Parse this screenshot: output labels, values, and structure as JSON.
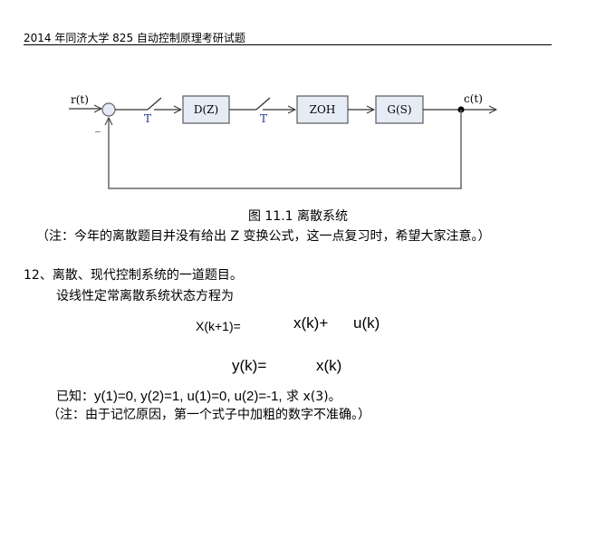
{
  "header": {
    "title": "2014 年同济大学 825 自动控制原理考研试题"
  },
  "diagram": {
    "input_label": "r(t)",
    "minus_sign": "_",
    "sampler1_label": "T",
    "block1_label": "D(Z)",
    "sampler2_label": "T",
    "block2_label": "ZOH",
    "block3_label": "G(S)",
    "output_label": "c(t)",
    "colors": {
      "block_fill": "#e6ecf6",
      "block_border": "#666666",
      "line": "#333333"
    }
  },
  "figure": {
    "caption": "图 11.1  离散系统",
    "note": "（注：今年的离散题目并没有给出 Z 变换公式，这一点复习时，希望大家注意。）"
  },
  "question": {
    "title": "12、离散、现代控制系统的一道题目。",
    "intro": "设线性定常离散系统状态方程为",
    "equation1": {
      "lhs": "X(k+1)=",
      "term1": "x(k)+",
      "term2": "u(k)"
    },
    "equation2": {
      "lhs": "y(k)=",
      "term1": "x(k)"
    },
    "given_prefix": "已知：",
    "given_values": "y(1)=0, y(2)=1, u(1)=0, u(2)=-1,",
    "given_suffix": " 求 x(3)。",
    "note": "（注：由于记忆原因，第一个式子中加粗的数字不准确。）"
  }
}
